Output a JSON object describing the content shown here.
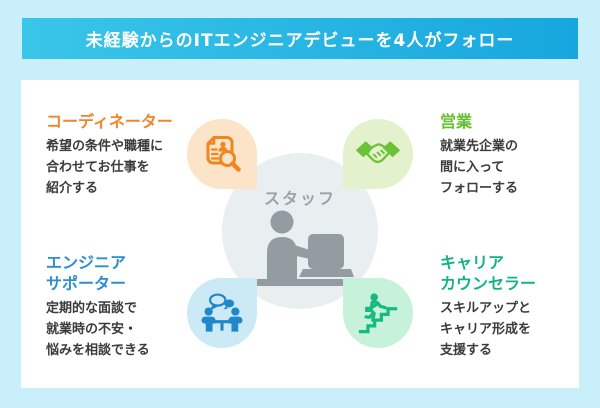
{
  "page": {
    "background": "#c9effa"
  },
  "banner": {
    "title": "未経験からのITエンジニアデビューを4人がフォロー",
    "background_gradient": [
      "#3ac6e9",
      "#17a6de"
    ],
    "text_color": "#ffffff"
  },
  "center": {
    "label": "スタッフ",
    "icon": "person-at-laptop-icon",
    "circle_color": "#e9eef1",
    "label_color": "#99a3a8",
    "icon_color": "#939ca1"
  },
  "roles": [
    {
      "name": "coordinator",
      "position": "top-left",
      "title_line1": "コーディネーター",
      "title_line2": "",
      "desc": [
        "希望の条件や職種に",
        "合わせてお仕事を",
        "紹介する"
      ],
      "accent_color": "#f0862a",
      "blob_color": "#fbe4c7",
      "icon": "resume-search-icon",
      "icon_color": "#f0861f"
    },
    {
      "name": "sales",
      "position": "top-right",
      "title_line1": "営業",
      "title_line2": "",
      "desc": [
        "就業先企業の",
        "間に入って",
        "フォローする"
      ],
      "accent_color": "#64c030",
      "blob_color": "#e3f2cc",
      "icon": "handshake-icon",
      "icon_color": "#6cc236"
    },
    {
      "name": "engineer-supporter",
      "position": "bottom-left",
      "title_line1": "エンジニア",
      "title_line2": "サポーター",
      "desc": [
        "定期的な面談で",
        "就業時の不安・",
        "悩みを相談できる"
      ],
      "accent_color": "#2d8ed1",
      "blob_color": "#cbeaf6",
      "icon": "meeting-icon",
      "icon_color": "#1f88cb"
    },
    {
      "name": "career-counselor",
      "position": "bottom-right",
      "title_line1": "キャリア",
      "title_line2": "カウンセラー",
      "desc": [
        "スキルアップと",
        "キャリア形成を",
        "支援する"
      ],
      "accent_color": "#14b384",
      "blob_color": "#c7f2da",
      "icon": "stairs-up-icon",
      "icon_color": "#16ba81"
    }
  ],
  "body_text_color": "#3b3b3b"
}
